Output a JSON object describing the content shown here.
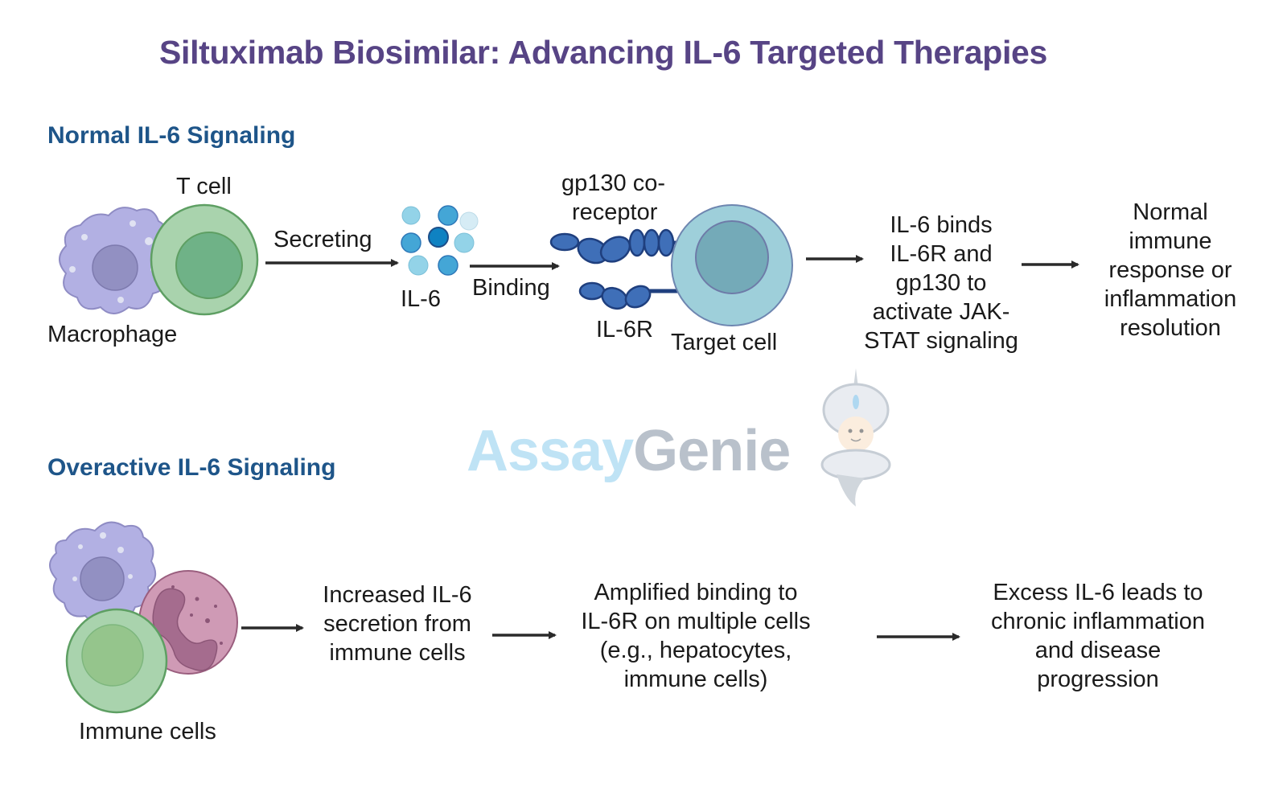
{
  "title": "Siltuximab Biosimilar: Advancing IL-6 Targeted Therapies",
  "colors": {
    "title": "#574485",
    "section_heading": "#1e5589",
    "receptor": "#3b67b0",
    "macrophage": "#b2b0e3",
    "t_cell": "#a9d3ad",
    "neutrophil": "#cf9ab5",
    "target_cell": "#9ecfda"
  },
  "normal": {
    "heading": "Normal IL-6 Signaling",
    "labels": {
      "t_cell": "T cell",
      "macrophage": "Macrophage",
      "secreting": "Secreting",
      "il6": "IL-6",
      "binding": "Binding",
      "gp130_line1": "gp130 co-",
      "gp130_line2": "receptor",
      "il6r": "IL-6R",
      "target_cell": "Target cell"
    },
    "steps": [
      "IL-6 binds\nIL-6R and\ngp130 to\nactivate JAK-\nSTAT signaling",
      "Normal\nimmune\nresponse or\ninflammation\nresolution"
    ]
  },
  "overactive": {
    "heading": "Overactive IL-6 Signaling",
    "labels": {
      "immune_cells": "Immune cells"
    },
    "steps": [
      "Increased IL-6\nsecretion from\nimmune cells",
      "Amplified binding to\nIL-6R on multiple cells\n(e.g., hepatocytes,\nimmune cells)",
      "Excess IL-6 leads to\nchronic inflammation\nand disease\nprogression"
    ]
  },
  "watermark": {
    "part1": "Assay",
    "part2": "Genie"
  }
}
